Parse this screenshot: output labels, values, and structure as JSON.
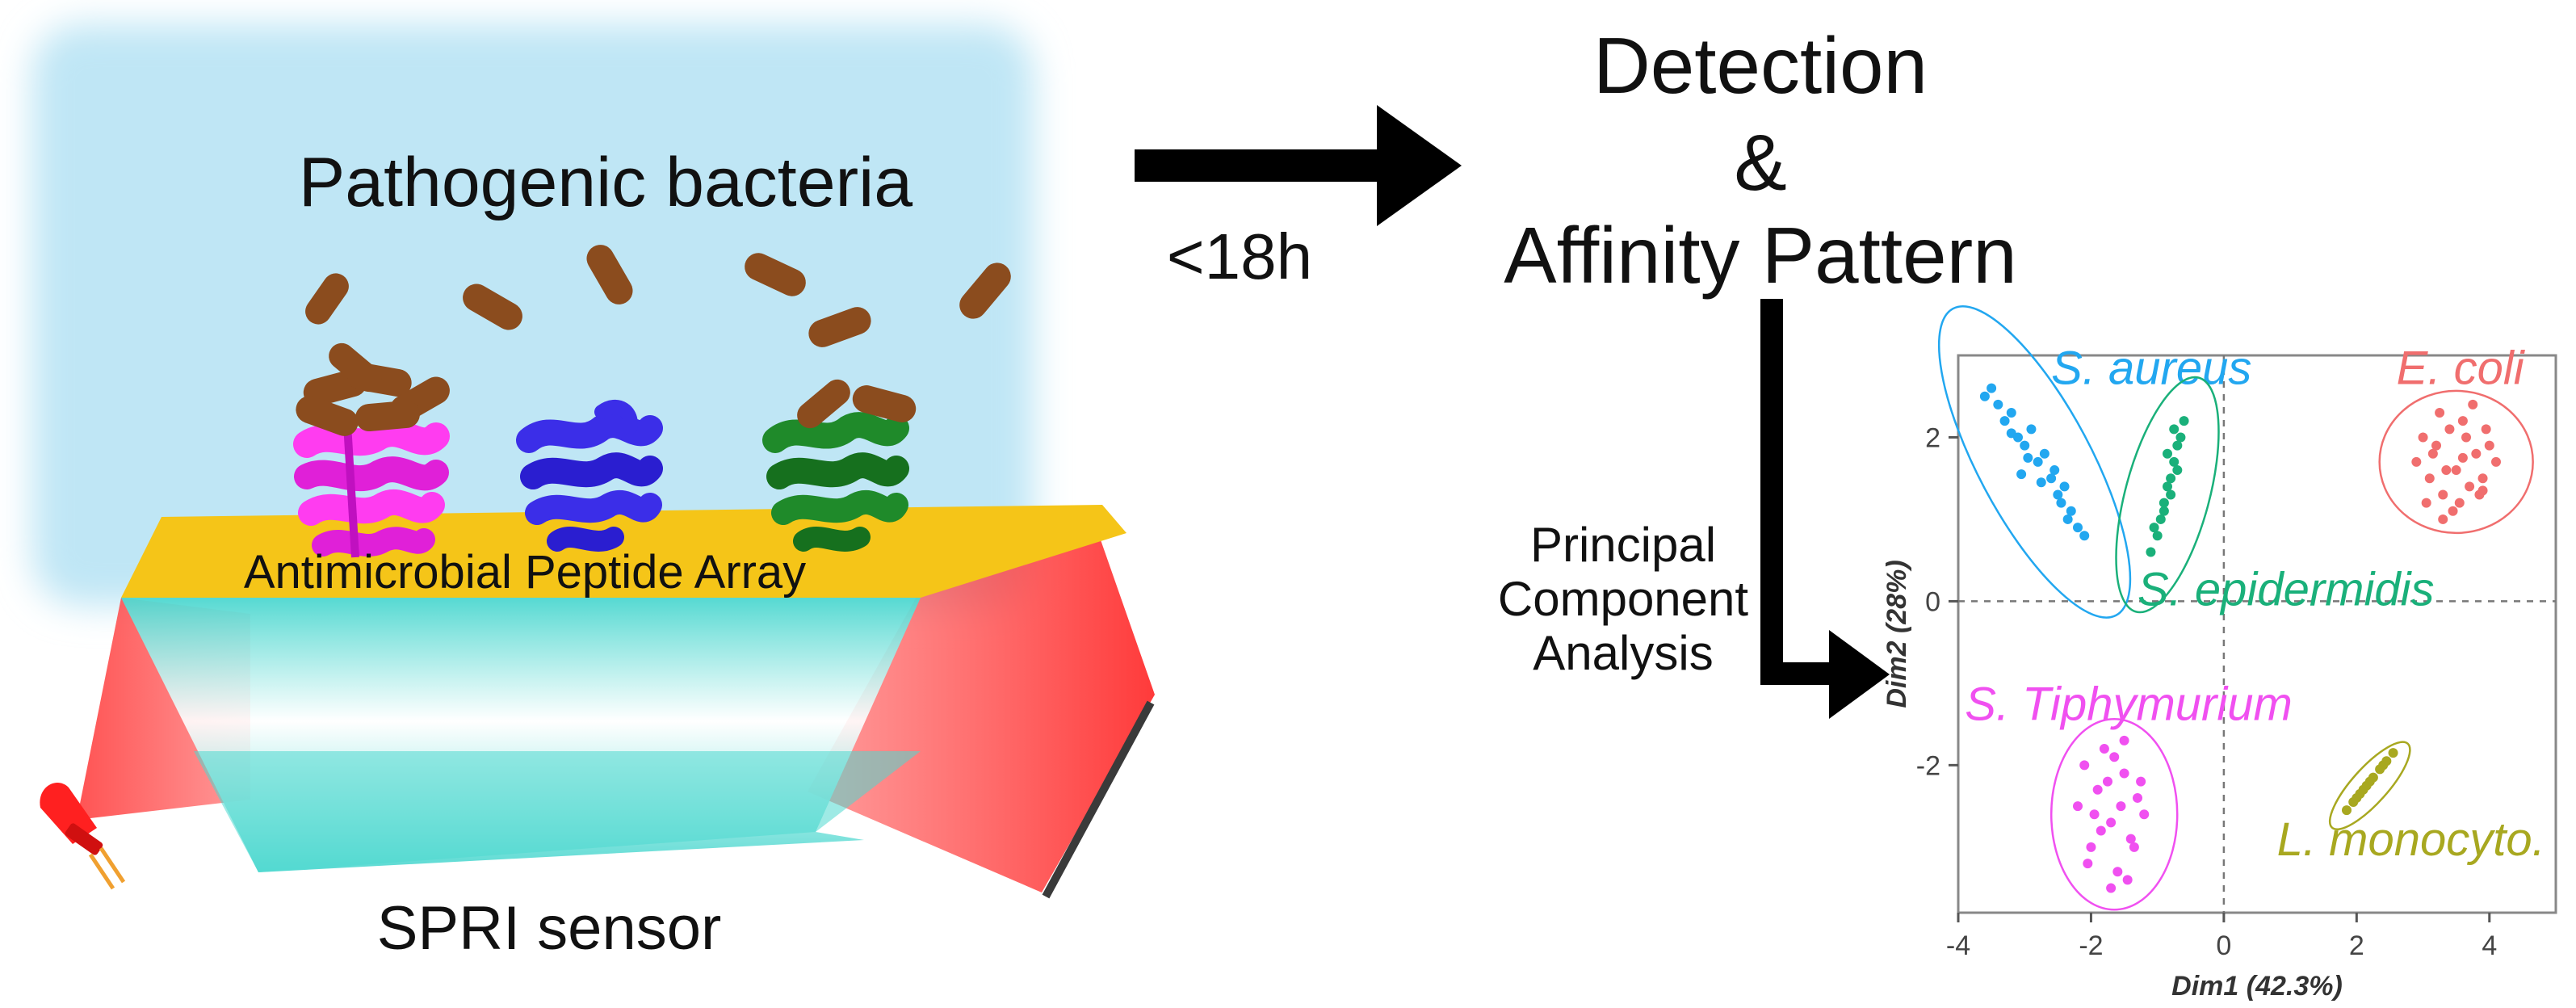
{
  "left_panel": {
    "title": "Pathogenic bacteria",
    "array_label": "Antimicrobial Peptide Array",
    "sensor_label": "SPRI sensor"
  },
  "arrow": {
    "time_label": "<18h"
  },
  "detection": {
    "line1": "Detection",
    "line2": "&",
    "line3": "Affinity Pattern"
  },
  "pca": {
    "line1": "Principal",
    "line2": "Component",
    "line3": "Analysis"
  },
  "colors": {
    "liquid": "#bfe6f5",
    "bacterium": "#8b4c1e",
    "gold": "#f5c518",
    "prism": "#4fd8d0",
    "light": "#ff5a5a",
    "peptide_magenta": "#ff3cf0",
    "peptide_blue": "#3b2ee8",
    "peptide_green": "#1f8a2a",
    "s_aureus": "#22a7f0",
    "s_epidermidis": "#1ab07a",
    "e_coli": "#f06e6e",
    "s_tiphymurium": "#f050f0",
    "l_monocyto": "#a8a820"
  },
  "chart_data": {
    "type": "scatter",
    "title": "",
    "xlabel": "Dim1 (42.3%)",
    "ylabel": "Dim2 (28%)",
    "xlim": [
      -4,
      5
    ],
    "ylim": [
      -3.8,
      3
    ],
    "xticks": [
      "-4",
      "-2",
      "0",
      "2",
      "4"
    ],
    "yticks": [
      "-2",
      "0",
      "2"
    ],
    "grid": false,
    "legend": "labels-on-plot",
    "series": [
      {
        "name": "S. aureus",
        "color": "#22a7f0",
        "center": [
          -2.85,
          1.7
        ],
        "x": [
          -3.6,
          -3.4,
          -3.3,
          -3.2,
          -3.1,
          -3.0,
          -2.9,
          -2.8,
          -2.7,
          -2.6,
          -2.5,
          -2.4,
          -2.3,
          -2.2,
          -2.1,
          -3.5,
          -3.2,
          -2.95,
          -2.75,
          -2.55,
          -2.35,
          -3.05,
          -2.45
        ],
        "y": [
          2.5,
          2.4,
          2.2,
          2.3,
          2.0,
          1.9,
          2.1,
          1.7,
          1.8,
          1.5,
          1.3,
          1.4,
          1.1,
          0.9,
          0.8,
          2.6,
          2.05,
          1.75,
          1.45,
          1.6,
          1.0,
          1.55,
          1.2
        ]
      },
      {
        "name": "S. epidermidis",
        "color": "#1ab07a",
        "center": [
          -0.85,
          1.3
        ],
        "x": [
          -1.1,
          -1.0,
          -0.95,
          -0.9,
          -0.85,
          -0.8,
          -0.75,
          -0.7,
          -0.65,
          -0.6,
          -1.05,
          -0.9,
          -0.8,
          -0.7,
          -0.85,
          -0.75
        ],
        "y": [
          0.6,
          0.8,
          1.0,
          1.2,
          1.4,
          1.5,
          1.7,
          1.9,
          2.0,
          2.2,
          0.9,
          1.1,
          1.3,
          1.6,
          1.8,
          2.1
        ]
      },
      {
        "name": "E. coli",
        "color": "#f06e6e",
        "center": [
          3.5,
          1.7
        ],
        "x": [
          2.9,
          3.0,
          3.1,
          3.2,
          3.3,
          3.4,
          3.5,
          3.6,
          3.7,
          3.8,
          3.9,
          4.0,
          4.1,
          3.05,
          3.25,
          3.45,
          3.65,
          3.85,
          3.15,
          3.35,
          3.55,
          3.75,
          3.95,
          3.3,
          3.6,
          3.9
        ],
        "y": [
          1.7,
          2.0,
          1.5,
          1.9,
          1.3,
          2.1,
          1.6,
          2.2,
          1.4,
          1.8,
          1.5,
          1.9,
          1.7,
          1.2,
          2.3,
          1.1,
          2.0,
          1.3,
          1.8,
          1.6,
          1.2,
          2.4,
          2.1,
          1.0,
          1.75,
          1.35
        ]
      },
      {
        "name": "S. Tiphymurium",
        "color": "#f050f0",
        "center": [
          -1.65,
          -2.6
        ],
        "x": [
          -2.2,
          -2.1,
          -2.0,
          -1.9,
          -1.8,
          -1.7,
          -1.6,
          -1.5,
          -1.4,
          -1.3,
          -1.2,
          -2.05,
          -1.85,
          -1.65,
          -1.45,
          -1.25,
          -1.95,
          -1.75,
          -1.55,
          -1.35,
          -1.7,
          -1.5
        ],
        "y": [
          -2.5,
          -2.0,
          -3.0,
          -2.3,
          -1.8,
          -2.7,
          -3.3,
          -2.1,
          -2.9,
          -2.4,
          -2.6,
          -3.2,
          -2.8,
          -1.9,
          -3.4,
          -2.2,
          -2.6,
          -2.2,
          -2.5,
          -3.0,
          -3.5,
          -1.7
        ]
      },
      {
        "name": "L. monocyto.",
        "color": "#a8a820",
        "center": [
          2.2,
          -2.25
        ],
        "x": [
          1.85,
          1.95,
          2.05,
          2.15,
          2.25,
          2.35,
          2.45,
          2.55,
          2.0,
          2.2,
          2.4,
          2.1
        ],
        "y": [
          -2.55,
          -2.45,
          -2.35,
          -2.25,
          -2.15,
          -2.05,
          -1.95,
          -1.85,
          -2.4,
          -2.2,
          -2.0,
          -2.3
        ]
      }
    ]
  }
}
